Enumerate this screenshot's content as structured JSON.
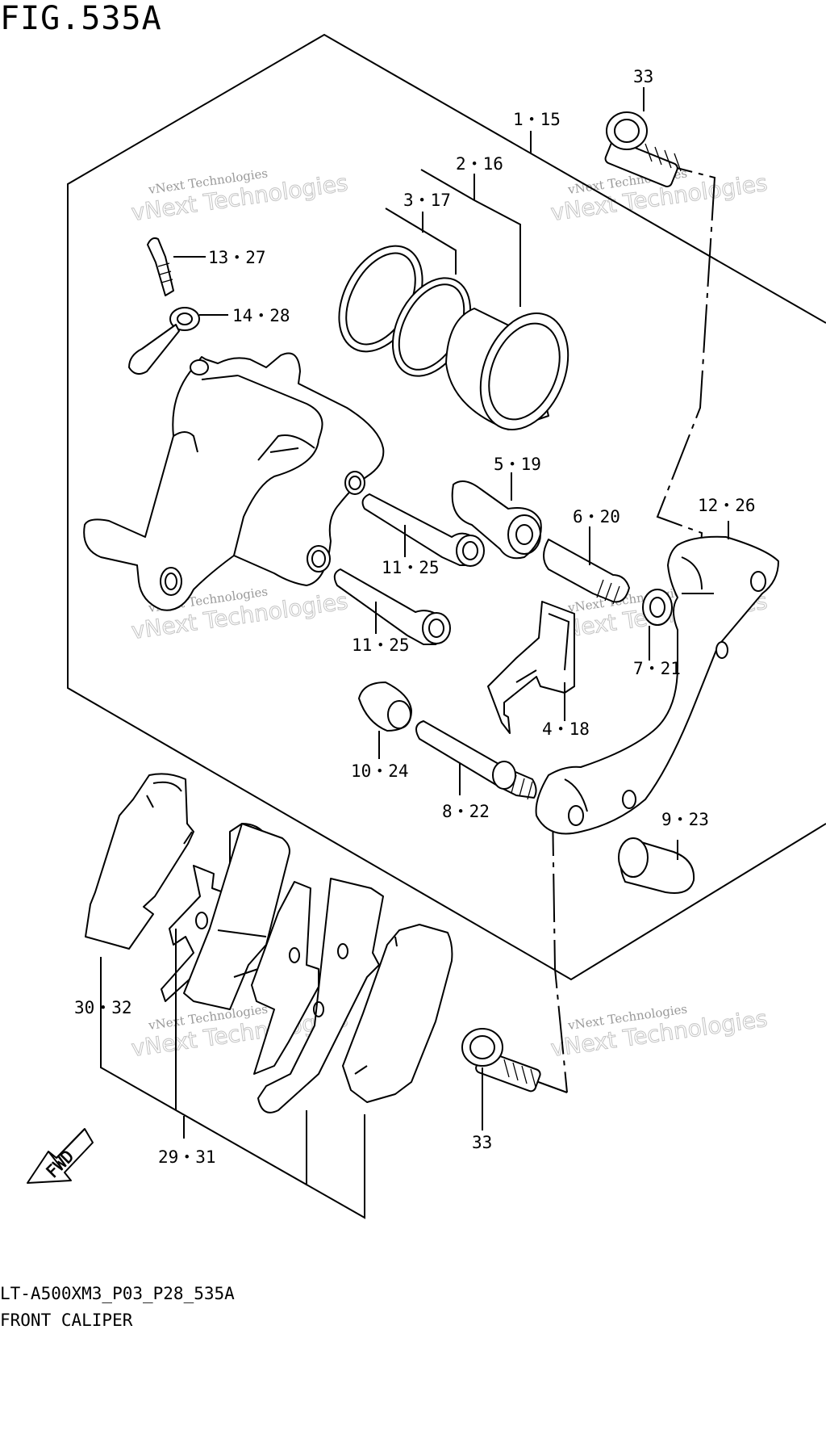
{
  "figure": {
    "title": "FIG.535A",
    "model_code": "LT-A500XM3_P03_P28_535A",
    "name": "FRONT CALIPER"
  },
  "callouts": {
    "c33_top": "33",
    "c1_15": "1・15",
    "c2_16": "2・16",
    "c3_17": "3・17",
    "c13_27": "13・27",
    "c14_28": "14・28",
    "c5_19": "5・19",
    "c6_20": "6・20",
    "c12_26": "12・26",
    "c11_25_a": "11・25",
    "c11_25_b": "11・25",
    "c7_21": "7・21",
    "c4_18": "4・18",
    "c10_24": "10・24",
    "c8_22": "8・22",
    "c9_23": "9・23",
    "c30_32": "30・32",
    "c29_31": "29・31",
    "c33_bottom": "33"
  },
  "direction_marker": "FWD",
  "watermark": {
    "line1": "vNext Technologies",
    "line2": "vNext Technologies"
  }
}
